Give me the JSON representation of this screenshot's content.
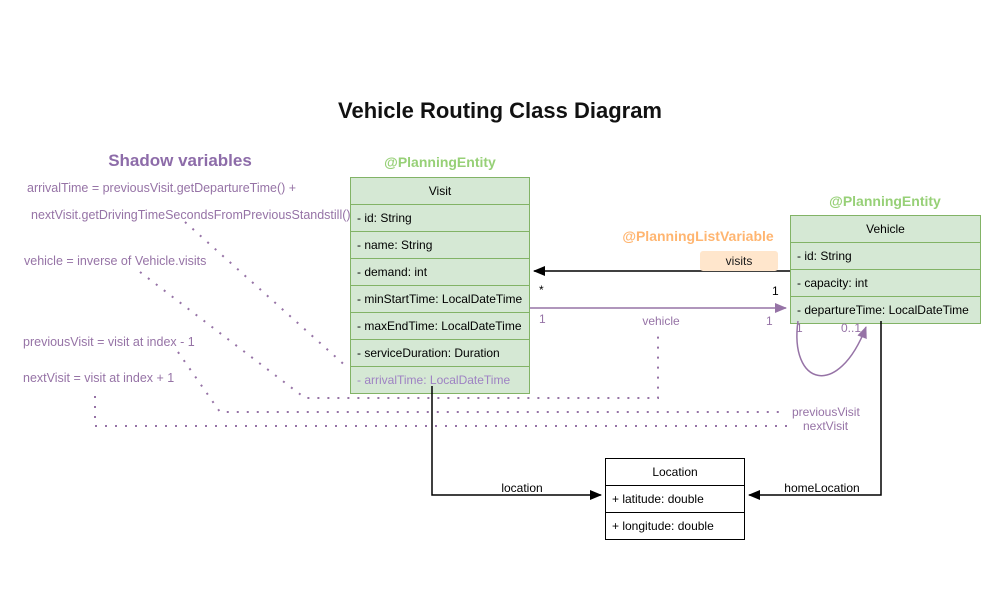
{
  "title": "Vehicle Routing Class Diagram",
  "shadow_panel": {
    "heading": "Shadow variables",
    "formulas": [
      "arrivalTime = previousVisit.getDepartureTime() +",
      "nextVisit.getDrivingTimeSecondsFromPreviousStandstill()",
      "vehicle = inverse of Vehicle.visits",
      "previousVisit = visit at index - 1",
      "nextVisit = visit at index + 1"
    ]
  },
  "annotations": {
    "visit_planning_entity": "@PlanningEntity",
    "vehicle_planning_entity": "@PlanningEntity",
    "planning_list_variable": "@PlanningListVariable"
  },
  "classes": {
    "visit": {
      "name": "Visit",
      "attributes": [
        "- id: String",
        "- name: String",
        "- demand: int",
        "- minStartTime: LocalDateTime",
        "- maxEndTime: LocalDateTime",
        "- serviceDuration: Duration",
        "- arrivalTime: LocalDateTime"
      ]
    },
    "vehicle": {
      "name": "Vehicle",
      "attributes": [
        "- id: String",
        "- capacity: int",
        "- departureTime: LocalDateTime"
      ]
    },
    "location": {
      "name": "Location",
      "attributes": [
        "+ latitude: double",
        "+ longitude: double"
      ]
    }
  },
  "relations": {
    "visits": {
      "label": "visits",
      "visit_multiplicity": "*",
      "vehicle_multiplicity": "1"
    },
    "vehicle": {
      "label": "vehicle",
      "source_multiplicity": "1",
      "target_multiplicity": "1"
    },
    "chain_loop": {
      "source_multiplicity": "1",
      "target_multiplicity": "0..1"
    },
    "location": {
      "label": "location"
    },
    "home_location": {
      "label": "homeLocation"
    },
    "previous_visit_label": "previousVisit",
    "next_visit_label": "nextVisit"
  },
  "colors": {
    "entity_fill": "#d5e8d4",
    "entity_border": "#82b366",
    "entity_annotation_text": "#97d077",
    "list_variable_text": "#ffb570",
    "visits_chip_fill": "#ffe6cc",
    "shadow_purple": "#9673a6",
    "connector_black": "#000000"
  }
}
